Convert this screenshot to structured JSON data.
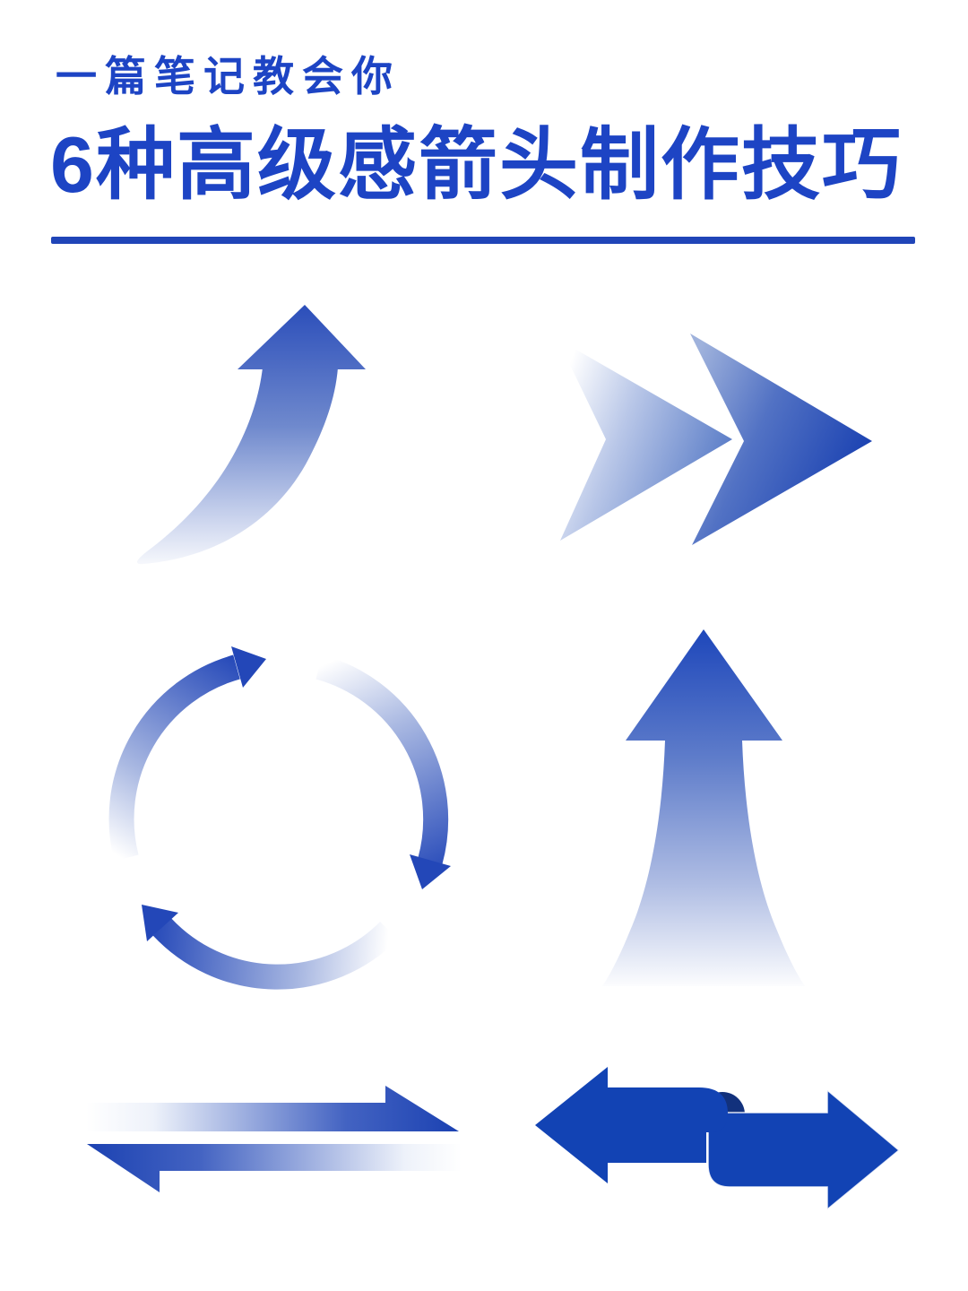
{
  "page": {
    "kicker": "一篇笔记教会你",
    "title": "6种高级感箭头制作技巧"
  },
  "colors": {
    "text_blue": "#1d44c4",
    "rule_blue": "#2045b8",
    "arrow_deep": "#2347b8",
    "arrow_solid": "#1243b4",
    "fold_dark": "#12317c",
    "gradient_light": "#ffffff",
    "gradient_mid": "#7d95d3"
  },
  "arrows": [
    {
      "name": "curved-growth-arrow"
    },
    {
      "name": "double-chevron-arrow"
    },
    {
      "name": "cycle-arrows"
    },
    {
      "name": "flare-rise-arrow"
    },
    {
      "name": "swap-arrows"
    },
    {
      "name": "ribbon-fold-arrows"
    }
  ]
}
